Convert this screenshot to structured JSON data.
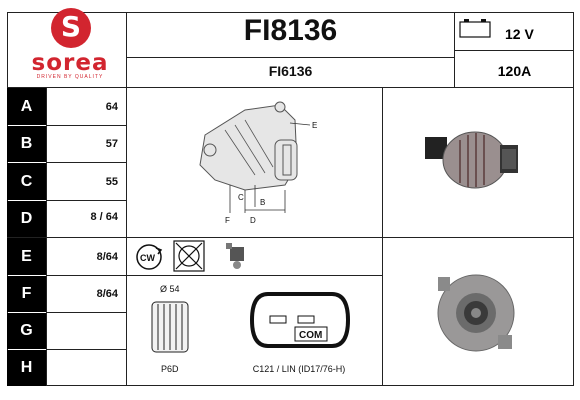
{
  "brand": {
    "logo_letter": "S",
    "name": "sorea",
    "tagline": "DRIVEN BY QUALITY",
    "color": "#d2252f"
  },
  "header": {
    "part_number": "FI8136",
    "alt_number": "FI6136",
    "voltage": "12 V",
    "amperage": "120A"
  },
  "specs": [
    {
      "label": "A",
      "value": "64"
    },
    {
      "label": "B",
      "value": "57"
    },
    {
      "label": "C",
      "value": "55"
    },
    {
      "label": "D",
      "value": "8 / 64"
    },
    {
      "label": "E",
      "value": "8/64"
    },
    {
      "label": "F",
      "value": "8/64"
    },
    {
      "label": "G",
      "value": ""
    },
    {
      "label": "H",
      "value": ""
    }
  ],
  "diagram_labels": {
    "e": "E",
    "c": "C",
    "b": "B",
    "f": "F",
    "d": "D"
  },
  "rotation": "CW",
  "pulley": {
    "diameter": "Ø 54",
    "type": "P6D"
  },
  "connector": {
    "label": "COM",
    "caption": "C121 / LIN (ID17/76-H)"
  }
}
